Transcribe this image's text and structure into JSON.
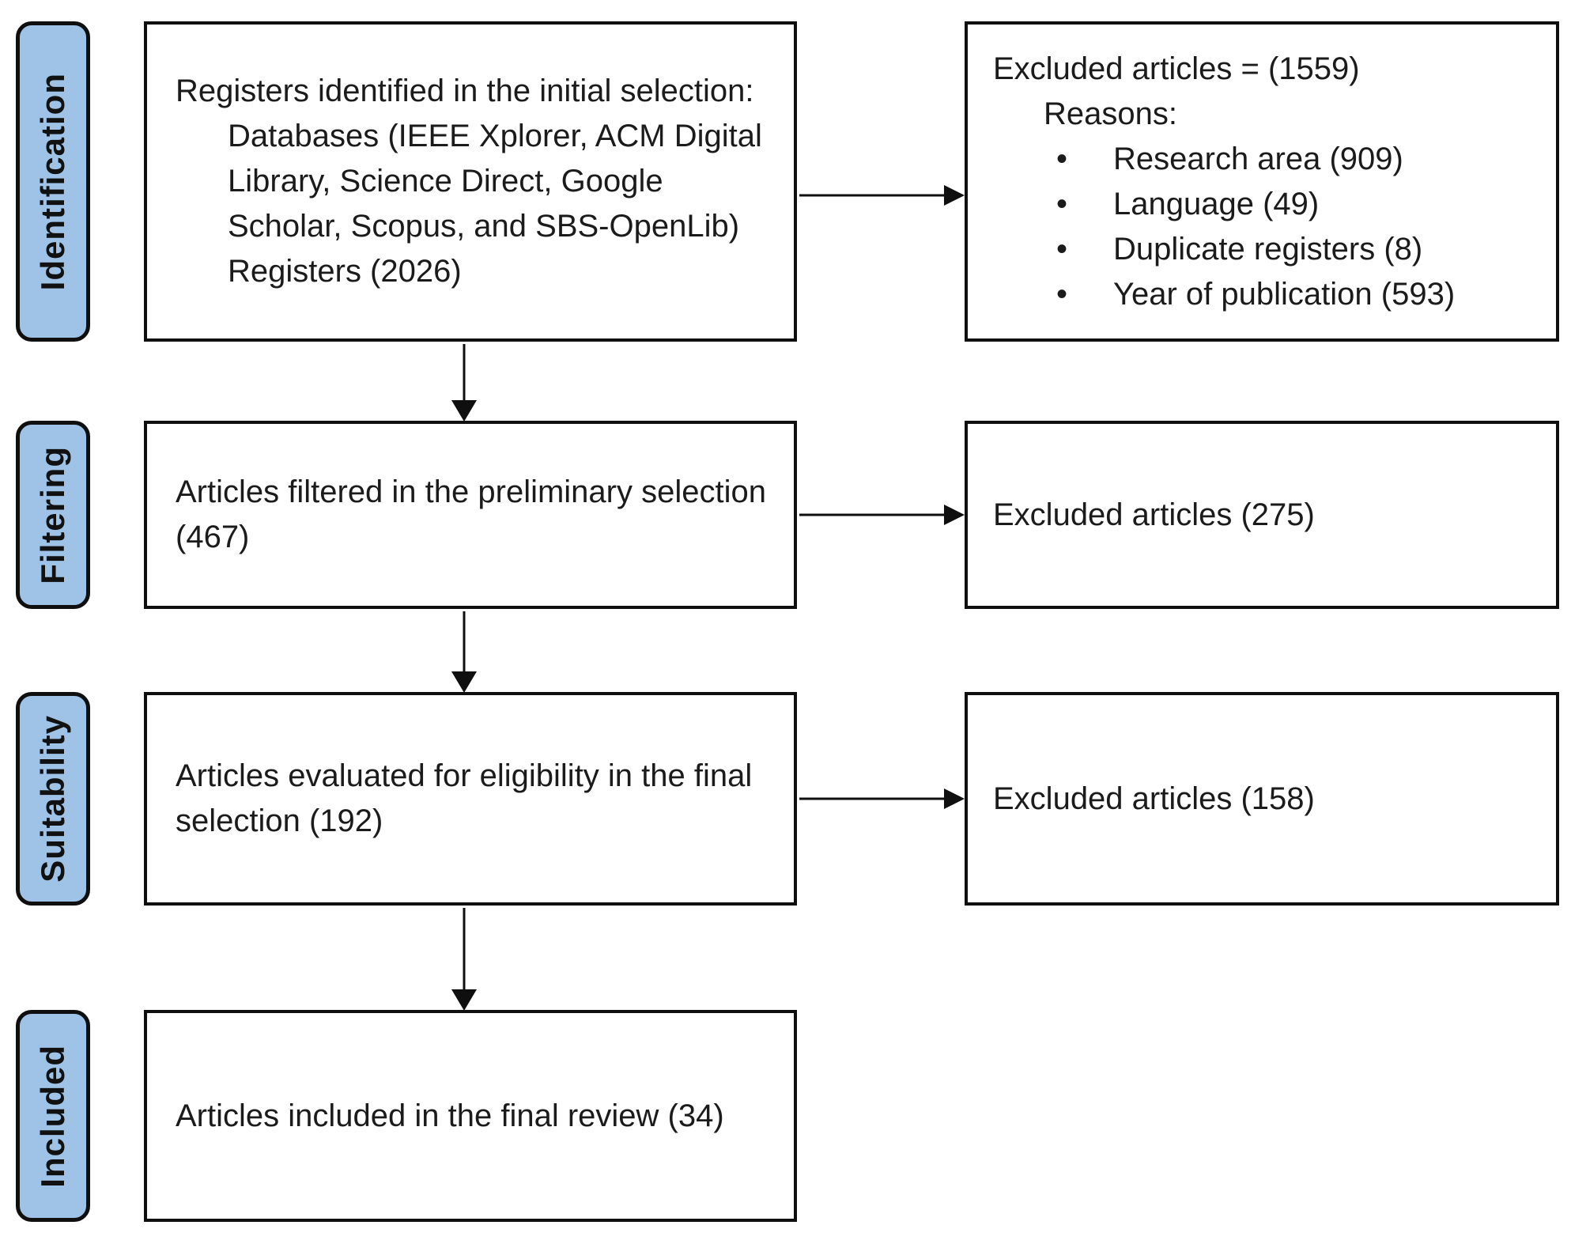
{
  "figure": {
    "kind": "systematic-review-selection-flow"
  },
  "colors": {
    "stage_fill": "#9EC3E6",
    "line": "#0F0F0F",
    "text": "#1B1B1B",
    "background": "#FFFFFF"
  },
  "stages": [
    {
      "label": "Identification"
    },
    {
      "label": "Filtering"
    },
    {
      "label": "Suitability"
    },
    {
      "label": "Included"
    }
  ],
  "main_boxes": [
    {
      "lines": [
        "Registers identified in the initial selection:",
        "Databases (IEEE Xplorer, ACM Digital",
        "Library, Science Direct, Google",
        "Scholar, Scopus, and SBS-OpenLib)",
        "Registers (2026)"
      ]
    },
    {
      "lines": [
        "Articles filtered in the preliminary selection",
        "(467)"
      ]
    },
    {
      "lines": [
        "Articles evaluated for eligibility in the final",
        "selection (192)"
      ]
    },
    {
      "lines": [
        "Articles included in the final review (34)"
      ]
    }
  ],
  "excluded_boxes": [
    {
      "title": "Excluded articles = (1559)",
      "subtitle": "Reasons:",
      "bullet_char": "•",
      "reasons": [
        "Research area (909)",
        "Language (49)",
        "Duplicate registers (8)",
        "Year of publication (593)"
      ]
    },
    {
      "text": "Excluded articles (275)"
    },
    {
      "text": "Excluded articles (158)"
    }
  ]
}
